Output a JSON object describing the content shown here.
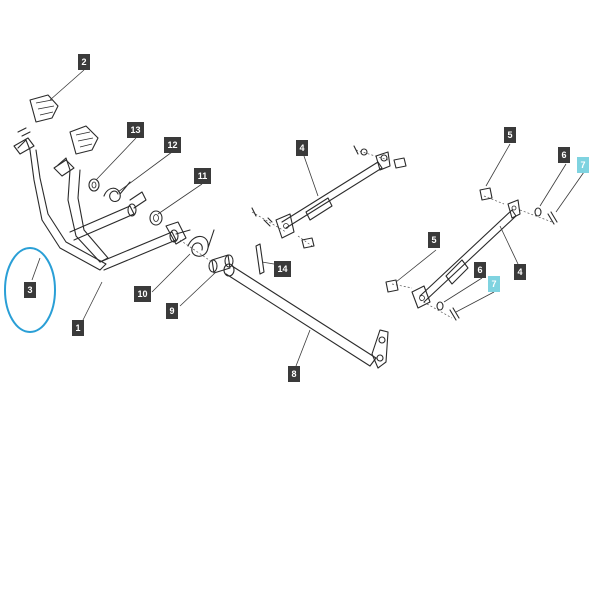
{
  "diagram": {
    "colors": {
      "callout_tag": "#3a3a3a",
      "callout_tag_highlight": "#7fd3e0",
      "selection_ring": "#2a9fd6",
      "line_art": "#2b2b2b"
    },
    "callouts": [
      {
        "id": "c2",
        "label": "2",
        "highlight": false
      },
      {
        "id": "c13",
        "label": "13",
        "highlight": false
      },
      {
        "id": "c12",
        "label": "12",
        "highlight": false
      },
      {
        "id": "c11",
        "label": "11",
        "highlight": false
      },
      {
        "id": "c3",
        "label": "3",
        "highlight": false
      },
      {
        "id": "c10",
        "label": "10",
        "highlight": false
      },
      {
        "id": "c1",
        "label": "1",
        "highlight": false
      },
      {
        "id": "c9",
        "label": "9",
        "highlight": false
      },
      {
        "id": "c14",
        "label": "14",
        "highlight": false
      },
      {
        "id": "c8",
        "label": "8",
        "highlight": false
      },
      {
        "id": "c4a",
        "label": "4",
        "highlight": false
      },
      {
        "id": "c5a",
        "label": "5",
        "highlight": false
      },
      {
        "id": "c6a",
        "label": "6",
        "highlight": false
      },
      {
        "id": "c7a",
        "label": "7",
        "highlight": true
      },
      {
        "id": "c4b",
        "label": "4",
        "highlight": false
      },
      {
        "id": "c5b",
        "label": "5",
        "highlight": false
      },
      {
        "id": "c6b",
        "label": "6",
        "highlight": false
      },
      {
        "id": "c7b",
        "label": "7",
        "highlight": true
      }
    ],
    "selected_part": "3"
  }
}
